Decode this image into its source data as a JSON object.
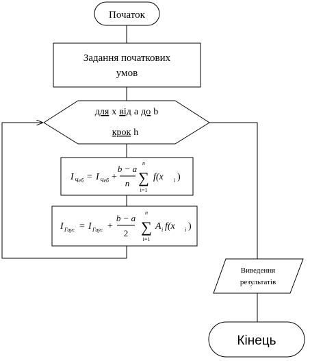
{
  "flowchart": {
    "start": {
      "label": "Початок"
    },
    "init": {
      "line1": "Задання початкових",
      "line2": "умов"
    },
    "loop": {
      "kw_for": "для",
      "var": "x",
      "kw_from": "від",
      "a": "a",
      "kw_to": "до",
      "b": "b",
      "kw_step": "крок",
      "step": "h"
    },
    "formula_cheb": {
      "lhs": "I",
      "lhs_sub": "Чеб",
      "rhs": "I",
      "rhs_sub": "Чеб",
      "num": "b − a",
      "den": "n",
      "sum_top": "n",
      "sum_bottom": "i=1",
      "term": "f(x",
      "term_sub": "i",
      "term_end": ")"
    },
    "formula_gauss": {
      "lhs": "I",
      "lhs_sub": "Гаус",
      "rhs": "I",
      "rhs_sub": "Гаус",
      "num": "b − a",
      "den": "2",
      "sum_top": "n",
      "sum_bottom": "i=1",
      "coef": "A",
      "coef_sub": "i",
      "term": "f(x",
      "term_sub": "i",
      "term_end": ")"
    },
    "output": {
      "line1": "Виведення",
      "line2": "результатів"
    },
    "end": {
      "label": "Кінець"
    }
  }
}
